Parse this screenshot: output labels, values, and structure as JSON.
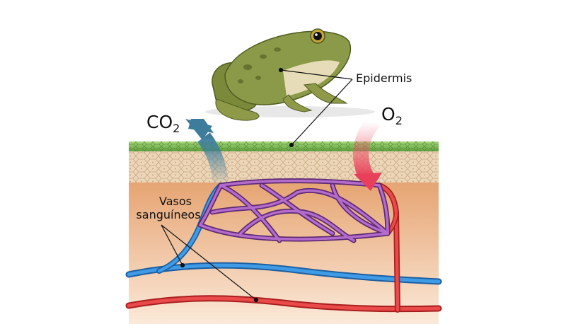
{
  "labels": {
    "epidermis": "Epidermis",
    "co2_base": "CO",
    "co2_sub": "2",
    "o2_base": "O",
    "o2_sub": "2",
    "vessels_line1": "Vasos",
    "vessels_line2": "sanguíneos"
  },
  "colors": {
    "skin_green": "#7fb95a",
    "dermis": "#e3c9a6",
    "tissue_top": "#e6a472",
    "tissue_bottom": "#fbe9d9",
    "vein_blue": "#2f86d2",
    "artery_red": "#e23a3a",
    "capillary_purple": "#9b4fb0",
    "co2_arrow": "#3d7c9b",
    "o2_arrow": "#ef6a7a"
  }
}
